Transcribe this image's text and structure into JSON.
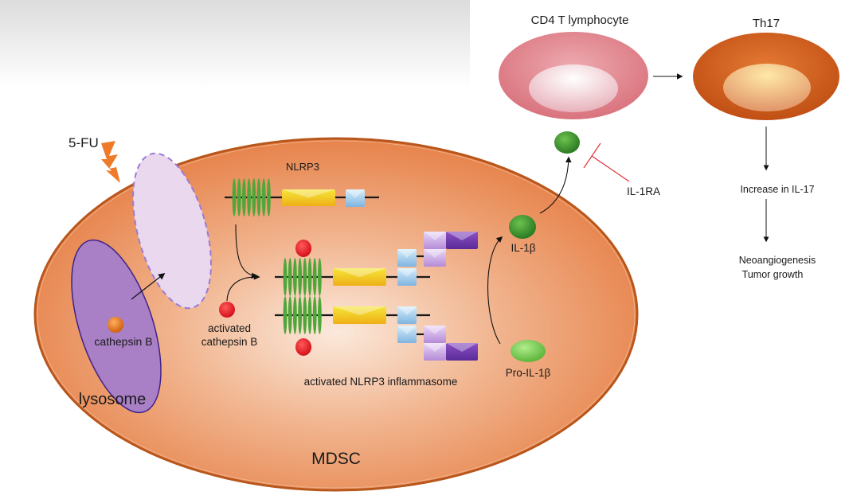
{
  "diagram": {
    "drug": {
      "label": "5-FU",
      "icon": "lightning-bolt-icon"
    },
    "cell_mdsc": {
      "label": "MDSC",
      "color": "#e88450"
    },
    "lysosome": {
      "label": "lysosome",
      "color": "#a97fc6",
      "content_label": "cathepsin B"
    },
    "activated_cathepsin": {
      "label_line1": "activated",
      "label_line2": "cathepsin B",
      "color": "#e0141e"
    },
    "nlrp3": {
      "label": "NLRP3"
    },
    "inflammasome": {
      "label": "activated NLRP3 inflammasome"
    },
    "il1b": {
      "label": "IL-1β",
      "color": "#3f8f2e"
    },
    "pro_il1b": {
      "label": "Pro-IL-1β",
      "color": "#74c454"
    },
    "il1ra": {
      "label": "IL-1RA",
      "inhibitor_color": "#e0303a"
    },
    "cd4": {
      "label": "CD4 T lymphocyte",
      "color": "#dc7e86"
    },
    "th17": {
      "label": "Th17",
      "color": "#c9561c"
    },
    "outcome_1": {
      "label": "Increase in IL-17"
    },
    "outcome_2": {
      "label_line1": "Neoangiogenesis",
      "label_line2": "Tumor growth"
    }
  }
}
